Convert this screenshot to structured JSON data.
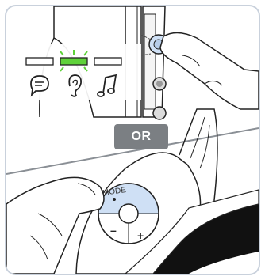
{
  "separator": {
    "label": "OR"
  },
  "controls": {
    "mode_button_label": "MODE",
    "minus_label": "–",
    "plus_label": "+"
  },
  "mode_indicators": [
    {
      "icon": "speech-bubble-icon",
      "state": "off"
    },
    {
      "icon": "ear-icon",
      "state": "blinking-green"
    },
    {
      "icon": "music-note-icon",
      "state": "off"
    }
  ],
  "colors": {
    "frame_border": "#c9d1dc",
    "badge_bg": "#7b7f83",
    "highlight_blue": "#cfe0f5",
    "indicator_green": "#5fd23a"
  }
}
